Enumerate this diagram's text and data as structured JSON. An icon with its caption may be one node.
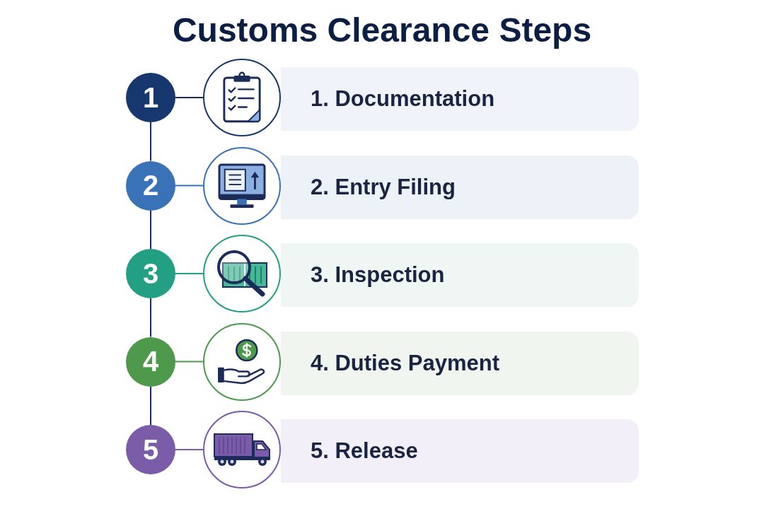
{
  "diagram": {
    "title": "Customs Clearance Steps",
    "nodes": [
      {
        "text": [
          "1"
        ]
      },
      {
        "text": [],
        "shape": "picture"
      },
      {
        "text": [
          "1. Documentation"
        ]
      },
      {
        "text": [
          "2"
        ]
      },
      {
        "text": [],
        "shape": "picture"
      },
      {
        "text": [
          "2. Entry Filing"
        ]
      },
      {
        "text": [
          "3"
        ]
      },
      {
        "text": [],
        "shape": "picture"
      },
      {
        "text": [
          "3. Inspection"
        ]
      },
      {
        "text": [
          "4"
        ]
      },
      {
        "text": [],
        "shape": "picture"
      },
      {
        "text": [
          "4. Duties Payment"
        ]
      },
      {
        "text": [
          "5"
        ]
      },
      {
        "text": [],
        "shape": "picture"
      },
      {
        "text": [
          "5. Release"
        ]
      }
    ],
    "edges": [
      {
        "from": 0,
        "to": 1,
        "arrow": "none"
      },
      {
        "from": 0,
        "to": 3,
        "arrow": "none"
      },
      {
        "from": 3,
        "to": 4,
        "arrow": "none",
        "color": "#3a72b8"
      },
      {
        "from": 3,
        "to": 6,
        "arrow": "none"
      },
      {
        "from": 6,
        "to": 7,
        "arrow": "none",
        "color": "#23a083"
      },
      {
        "from": 6,
        "to": 9,
        "arrow": "none"
      },
      {
        "from": 9,
        "to": 10,
        "arrow": "none",
        "color": "#4e994c"
      },
      {
        "from": 9,
        "to": 12,
        "arrow": "none"
      },
      {
        "from": 12,
        "to": 13,
        "arrow": "none",
        "color": "#7a5ca8"
      }
    ]
  }
}
